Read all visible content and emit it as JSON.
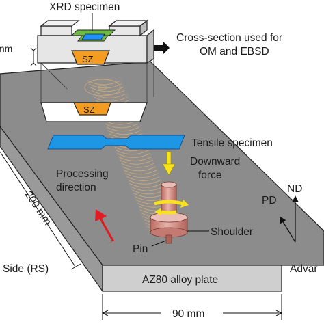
{
  "labels": {
    "xrd": "XRD specimen",
    "sz_top": "SZ",
    "sz_bottom": "SZ",
    "mm_cut": "mm",
    "cross_section_1": "Cross-section used for",
    "cross_section_2": "OM and EBSD",
    "tensile": "Tensile specimen",
    "processing_1": "Processing",
    "processing_2": "direction",
    "downward_1": "Downward",
    "downward_2": "force",
    "shoulder": "Shoulder",
    "pin": "Pin",
    "pd": "PD",
    "nd": "ND",
    "side_rs": "Side (RS)",
    "advancing_cut": "Advar",
    "plate": "AZ80 alloy plate",
    "length": "200 mm",
    "width": "90 mm"
  },
  "colors": {
    "plate_top": "#8c8c8c",
    "plate_front": "#cfcfcf",
    "plate_side": "#9a9a9a",
    "stir_zone": "#f39c1f",
    "xrd_green": "#6dbb45",
    "xrd_blue": "#1e90ff",
    "tensile_blue": "#1e96e6",
    "arrow_red": "#e01b24",
    "arrow_yellow": "#f7e21b",
    "tool_pink": "#d58f86",
    "weld_track": "#c9a97b"
  }
}
